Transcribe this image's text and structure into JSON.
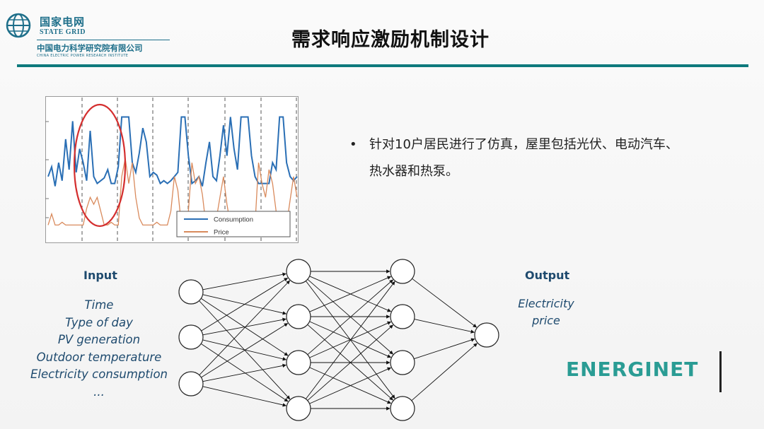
{
  "logo": {
    "org_cn": "国家电网",
    "org_en": "STATE GRID",
    "institute_cn": "中国电力科学研究院有限公司",
    "institute_en": "CHINA ELECTRIC POWER RESEARCH INSTITUTE"
  },
  "slide": {
    "title": "需求响应激励机制设计",
    "bullet": "针对10户居民进行了仿真，屋里包括光伏、电动汽车、热水器和热泵。"
  },
  "chart_data": {
    "type": "line",
    "title": "",
    "xlabel": "",
    "ylabel": "",
    "grid": false,
    "legend_position": "bottom-right",
    "x": [
      0,
      1,
      2,
      3,
      4,
      5,
      6,
      7,
      8,
      9,
      10,
      11,
      12,
      13,
      14,
      15,
      16,
      17,
      18,
      19,
      20,
      21,
      22,
      23,
      24,
      25,
      26,
      27,
      28,
      29,
      30,
      31,
      32,
      33,
      34,
      35,
      36,
      37,
      38,
      39,
      40,
      41,
      42,
      43,
      44,
      45,
      46,
      47,
      48,
      49,
      50,
      51,
      52,
      53,
      54,
      55,
      56,
      57,
      58,
      59,
      60,
      61,
      62,
      63,
      64,
      65,
      66,
      67,
      68,
      69,
      70,
      71
    ],
    "ylim": [
      0,
      1
    ],
    "series": [
      {
        "name": "Consumption",
        "color": "#2a6fb5",
        "values": [
          0.45,
          0.52,
          0.38,
          0.55,
          0.42,
          0.72,
          0.5,
          0.85,
          0.48,
          0.65,
          0.55,
          0.42,
          0.78,
          0.45,
          0.4,
          0.42,
          0.44,
          0.5,
          0.4,
          0.4,
          0.52,
          0.88,
          0.88,
          0.88,
          0.55,
          0.48,
          0.62,
          0.8,
          0.7,
          0.45,
          0.48,
          0.46,
          0.4,
          0.42,
          0.4,
          0.42,
          0.45,
          0.48,
          0.88,
          0.88,
          0.6,
          0.4,
          0.42,
          0.45,
          0.38,
          0.55,
          0.7,
          0.45,
          0.42,
          0.6,
          0.82,
          0.6,
          0.88,
          0.65,
          0.5,
          0.88,
          0.88,
          0.88,
          0.6,
          0.45,
          0.4,
          0.4,
          0.4,
          0.4,
          0.55,
          0.5,
          0.88,
          0.88,
          0.55,
          0.45,
          0.42,
          0.45
        ]
      },
      {
        "name": "Price",
        "color": "#d98a5c",
        "values": [
          0.1,
          0.18,
          0.1,
          0.1,
          0.12,
          0.1,
          0.1,
          0.1,
          0.1,
          0.1,
          0.1,
          0.22,
          0.3,
          0.25,
          0.3,
          0.2,
          0.1,
          0.1,
          0.12,
          0.1,
          0.1,
          0.45,
          0.58,
          0.4,
          0.55,
          0.3,
          0.15,
          0.1,
          0.1,
          0.1,
          0.1,
          0.12,
          0.1,
          0.1,
          0.1,
          0.2,
          0.45,
          0.35,
          0.1,
          0.1,
          0.2,
          0.55,
          0.4,
          0.45,
          0.32,
          0.1,
          0.1,
          0.12,
          0.15,
          0.3,
          0.45,
          0.25,
          0.1,
          0.1,
          0.12,
          0.1,
          0.1,
          0.12,
          0.1,
          0.1,
          0.55,
          0.4,
          0.3,
          0.5,
          0.4,
          0.2,
          0.1,
          0.1,
          0.1,
          0.28,
          0.45,
          0.3
        ]
      }
    ],
    "highlight": {
      "shape": "ellipse",
      "color": "#d42f2f"
    }
  },
  "network": {
    "input_title": "Input",
    "inputs": [
      "Time",
      "Type of day",
      "PV generation",
      "Outdoor temperature",
      "Electricity consumption",
      "..."
    ],
    "output_title": "Output",
    "output_line1": "Electricity",
    "output_line2": "price",
    "layers": [
      3,
      4,
      4,
      1
    ]
  },
  "brand": {
    "name": "ENERGINET",
    "color": "#2a9c94"
  }
}
